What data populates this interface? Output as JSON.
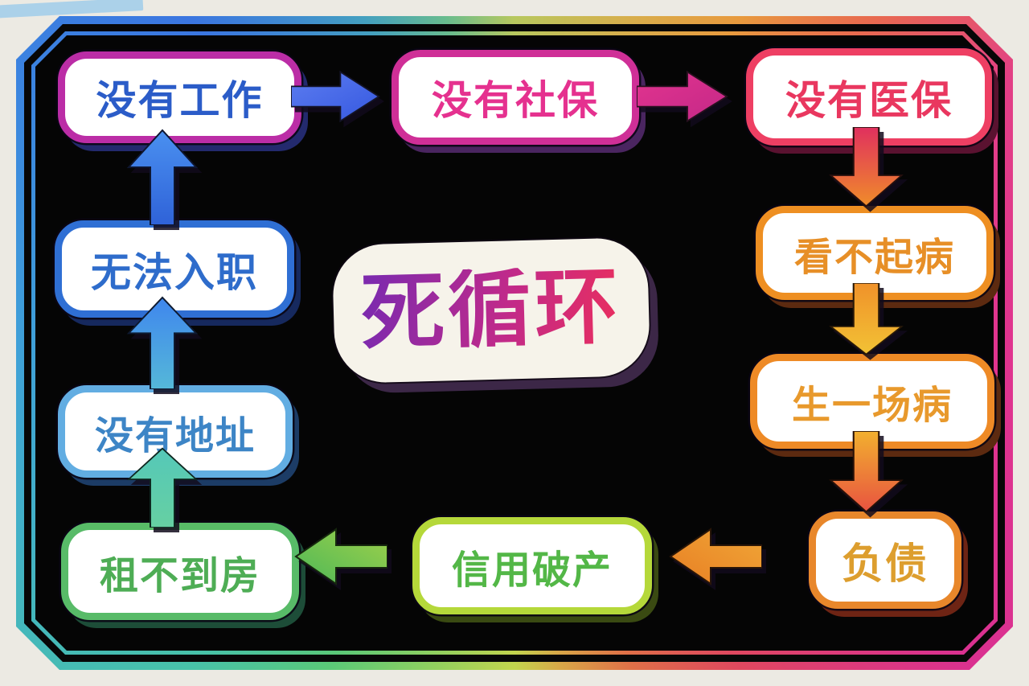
{
  "canvas": {
    "background_color": "#ECEAE3",
    "frame_fill": "#050505",
    "frame_border_style": "rainbow gradient, double line, chamfered corners",
    "frame_border_colors": [
      "#3b76e0",
      "#48c2a8",
      "#b8c85e",
      "#e89a3e",
      "#e0348f",
      "#e0485f",
      "#5ac878"
    ]
  },
  "title": {
    "text": "死循环",
    "gradient": [
      "#7E2AAD",
      "#C02A8A",
      "#E62E62"
    ],
    "bubble_color": "#F6F3EA",
    "shadow_color": "#3C2747"
  },
  "nodes": [
    {
      "id": "no-job",
      "label": "没有工作",
      "text_color": "#2B5CC8",
      "border_color": "#BB2DA6",
      "shadow_color": "#232A6E"
    },
    {
      "id": "no-social-security",
      "label": "没有社保",
      "text_color": "#E5318F",
      "border_color": "#CF2F97",
      "shadow_color": "#4A2560"
    },
    {
      "id": "no-medical-insurance",
      "label": "没有医保",
      "text_color": "#E9375F",
      "border_color": "#EE3F63",
      "shadow_color": "#5A1230"
    },
    {
      "id": "cannot-afford-treatment",
      "label": "看不起病",
      "text_color": "#E78F27",
      "border_color": "#EE8F22",
      "shadow_color": "#5C2A10"
    },
    {
      "id": "get-sick",
      "label": "生一场病",
      "text_color": "#E8992C",
      "border_color": "#EE8A26",
      "shadow_color": "#5C2A10"
    },
    {
      "id": "debt",
      "label": "负债",
      "text_color": "#DD9E2E",
      "border_color": "#E8872B",
      "shadow_color": "#6E2414"
    },
    {
      "id": "credit-bankruptcy",
      "label": "信用破产",
      "text_color": "#53B747",
      "border_color": "#B5D83A",
      "shadow_color": "#3A4A12"
    },
    {
      "id": "cannot-rent",
      "label": "租不到房",
      "text_color": "#4EAD55",
      "border_color": "#58BB68",
      "shadow_color": "#1D4D38"
    },
    {
      "id": "no-address",
      "label": "没有地址",
      "text_color": "#3D85C6",
      "border_color": "#62ADE2",
      "shadow_color": "#1C3C66"
    },
    {
      "id": "cannot-start-job",
      "label": "无法入职",
      "text_color": "#2E6CCB",
      "border_color": "#2F6FD4",
      "shadow_color": "#16295E"
    }
  ],
  "edges": [
    {
      "from": "no-job",
      "to": "no-social-security",
      "direction": "right",
      "colors": [
        "#5D7DF0",
        "#3558E0"
      ]
    },
    {
      "from": "no-social-security",
      "to": "no-medical-insurance",
      "direction": "right",
      "colors": [
        "#E2348F",
        "#C42887"
      ]
    },
    {
      "from": "no-medical-insurance",
      "to": "cannot-afford-treatment",
      "direction": "down",
      "colors": [
        "#E0305E",
        "#F08C2A"
      ]
    },
    {
      "from": "cannot-afford-treatment",
      "to": "get-sick",
      "direction": "down",
      "colors": [
        "#F0922A",
        "#F2C235"
      ]
    },
    {
      "from": "get-sick",
      "to": "debt",
      "direction": "down",
      "colors": [
        "#F2B02F",
        "#E85340"
      ]
    },
    {
      "from": "debt",
      "to": "credit-bankruptcy",
      "direction": "left",
      "colors": [
        "#F0A637",
        "#E87F24"
      ]
    },
    {
      "from": "credit-bankruptcy",
      "to": "cannot-rent",
      "direction": "left",
      "colors": [
        "#9ED04A",
        "#4DB858"
      ]
    },
    {
      "from": "cannot-rent",
      "to": "no-address",
      "direction": "up",
      "colors": [
        "#55C8B8",
        "#66D0A2"
      ]
    },
    {
      "from": "no-address",
      "to": "cannot-start-job",
      "direction": "up",
      "colors": [
        "#3F86EE",
        "#55B8D8"
      ]
    },
    {
      "from": "cannot-start-job",
      "to": "no-job",
      "direction": "up",
      "colors": [
        "#2F62D8",
        "#4A90F0"
      ]
    }
  ]
}
